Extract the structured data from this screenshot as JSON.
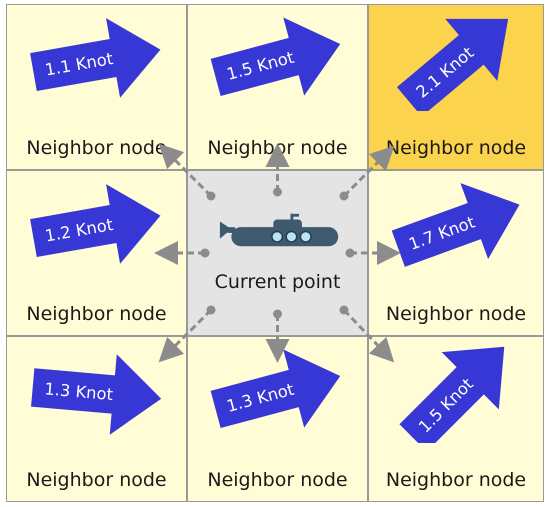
{
  "colors": {
    "cell_bg": "#fffcd6",
    "highlight_bg": "#fcd34d",
    "center_bg": "#e4e4e4",
    "arrow_fill": "#3737d6",
    "connector": "#8c8c8c",
    "grid_line": "#9a9a9a"
  },
  "center": {
    "label": "Current point",
    "icon": "submarine-icon"
  },
  "neighbors": [
    {
      "id": "top-left",
      "label": "Neighbor node",
      "speed": "1.1 Knot",
      "direction_deg": -10,
      "highlighted": false
    },
    {
      "id": "top-center",
      "label": "Neighbor node",
      "speed": "1.5 Knot",
      "direction_deg": -15,
      "highlighted": false
    },
    {
      "id": "top-right",
      "label": "Neighbor node",
      "speed": "2.1 Knot",
      "direction_deg": -40,
      "highlighted": true
    },
    {
      "id": "middle-left",
      "label": "Neighbor node",
      "speed": "1.2 Knot",
      "direction_deg": -10,
      "highlighted": false
    },
    {
      "id": "middle-right",
      "label": "Neighbor node",
      "speed": "1.7 Knot",
      "direction_deg": -20,
      "highlighted": false
    },
    {
      "id": "bottom-left",
      "label": "Neighbor node",
      "speed": "1.3 Knot",
      "direction_deg": 5,
      "highlighted": false
    },
    {
      "id": "bottom-center",
      "label": "Neighbor node",
      "speed": "1.3 Knot",
      "direction_deg": -15,
      "highlighted": false
    },
    {
      "id": "bottom-right",
      "label": "Neighbor node",
      "speed": "1.5 Knot",
      "direction_deg": -45,
      "highlighted": false
    }
  ],
  "connectors": [
    "up-left",
    "up",
    "up-right",
    "left",
    "right",
    "down-left",
    "down",
    "down-right"
  ]
}
